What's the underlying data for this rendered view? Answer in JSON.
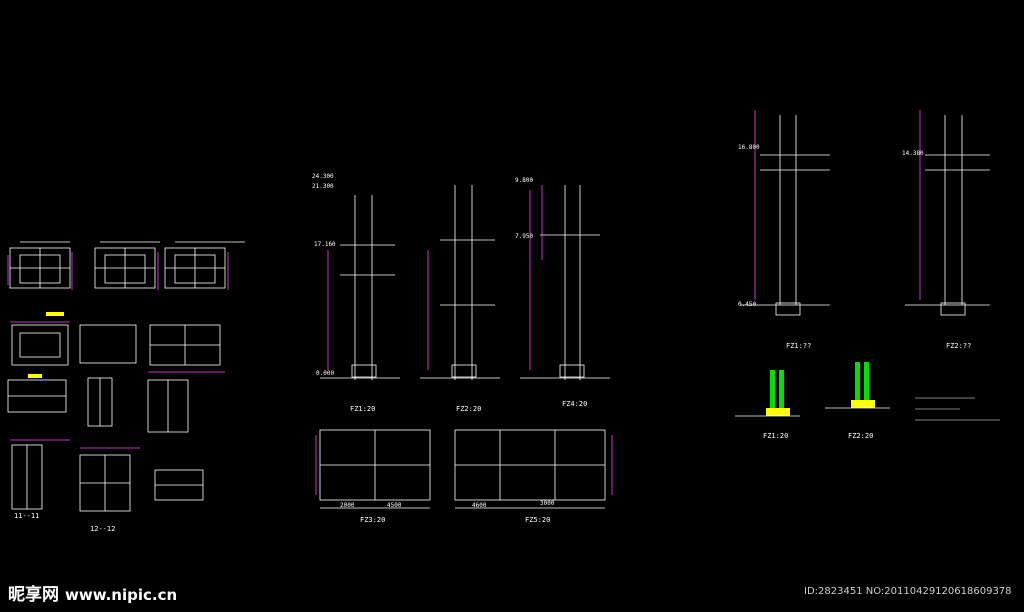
{
  "watermark": {
    "brand": "昵享网",
    "url": "www.nipic.cn",
    "id_line": "ID:2823451 NO:20110429120618609378"
  },
  "captions": {
    "c1": "FZ1:20",
    "c2": "FZ2:20",
    "c3": "FZ4:20",
    "c4": "FZ1:??",
    "c5": "FZ2:??",
    "c6": "FZ1:20",
    "c7": "FZ2:20",
    "c8": "FZ3:20",
    "c9": "FZ5:20",
    "sec12": "12--12",
    "sec11": "11--11"
  },
  "dims": {
    "d1": "24.300",
    "d2": "21.300",
    "d3": "17.160",
    "d4": "0.000",
    "d5": "9.800",
    "d6": "7.950",
    "d7": "16.800",
    "d8": "14.380",
    "d9": "0.450",
    "d10": "2000",
    "d11": "4500",
    "d12": "3000",
    "d13": "4600"
  },
  "colors": {
    "line": "#ffffff",
    "magenta": "#ff40ff",
    "yellow": "#ffff00",
    "green": "#00e000",
    "cyan": "#40ffff",
    "red": "#ff3030"
  }
}
